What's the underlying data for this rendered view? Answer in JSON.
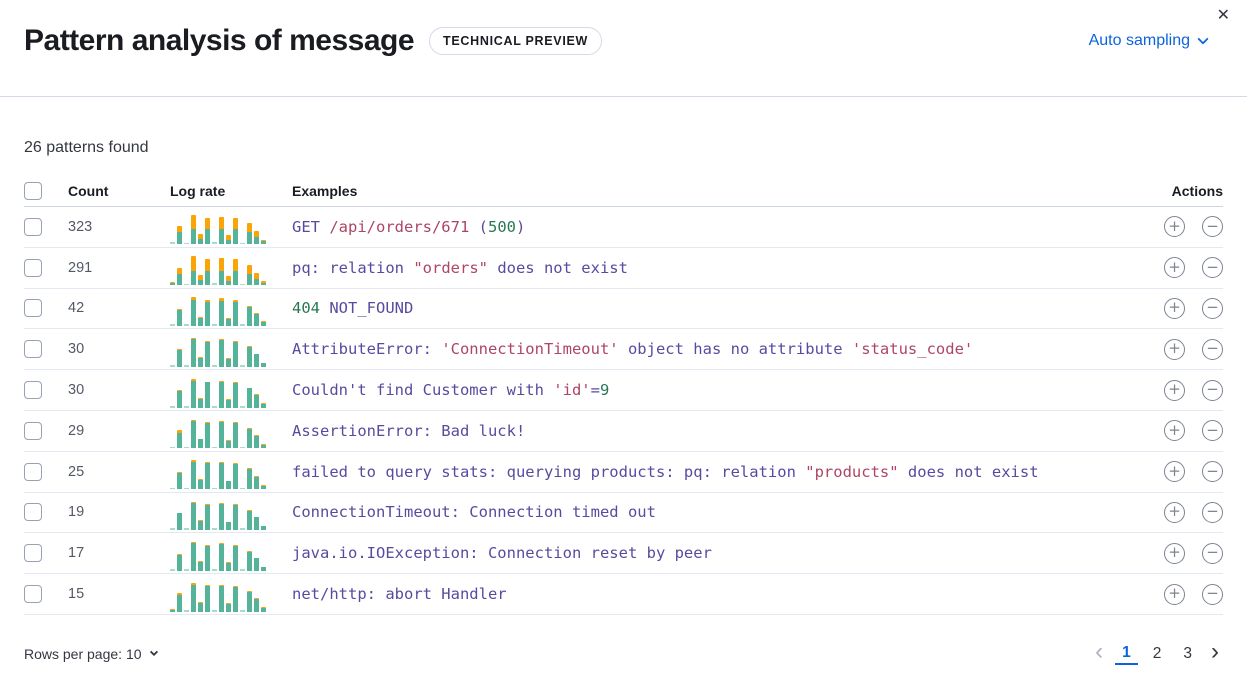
{
  "header": {
    "title": "Pattern analysis of message",
    "badge": "TECHNICAL PREVIEW",
    "sampling_label": "Auto sampling"
  },
  "icons": {
    "close": "✕",
    "plus": "+",
    "minus": "−",
    "chevron_left": "‹",
    "chevron_right": "›"
  },
  "summary": "26 patterns found",
  "table": {
    "columns": {
      "count": "Count",
      "log_rate": "Log rate",
      "examples": "Examples",
      "actions": "Actions"
    },
    "rows": [
      {
        "count": "323",
        "example_tokens": [
          {
            "t": "GET ",
            "c": "p"
          },
          {
            "t": "/api/orders/671",
            "c": "r"
          },
          {
            "t": " (",
            "c": "p"
          },
          {
            "t": "500",
            "c": "g"
          },
          {
            "t": ")",
            "c": "p"
          }
        ],
        "spark": {
          "teal": [
            7,
            42,
            5,
            52,
            18,
            50,
            7,
            50,
            16,
            50,
            5,
            40,
            25,
            10
          ],
          "orange": [
            0,
            18,
            0,
            45,
            18,
            38,
            0,
            42,
            15,
            38,
            0,
            30,
            20,
            4
          ]
        }
      },
      {
        "count": "291",
        "example_tokens": [
          {
            "t": "pq: relation ",
            "c": "p"
          },
          {
            "t": "\"orders\"",
            "c": "r"
          },
          {
            "t": " does not exist",
            "c": "p"
          }
        ],
        "spark": {
          "teal": [
            7,
            38,
            5,
            48,
            16,
            46,
            6,
            46,
            15,
            46,
            5,
            36,
            22,
            9
          ],
          "orange": [
            5,
            20,
            0,
            48,
            18,
            40,
            0,
            44,
            16,
            40,
            0,
            32,
            20,
            4
          ]
        }
      },
      {
        "count": "42",
        "example_tokens": [
          {
            "t": "404",
            "c": "g"
          },
          {
            "t": " NOT_FOUND",
            "c": "p"
          }
        ],
        "spark": {
          "teal": [
            5,
            52,
            5,
            88,
            28,
            80,
            6,
            84,
            24,
            80,
            5,
            62,
            40,
            12
          ],
          "orange": [
            0,
            6,
            0,
            8,
            3,
            6,
            0,
            9,
            4,
            7,
            0,
            6,
            4,
            4
          ]
        }
      },
      {
        "count": "30",
        "example_tokens": [
          {
            "t": "AttributeError: ",
            "c": "p"
          },
          {
            "t": "'ConnectionTimeout'",
            "c": "r"
          },
          {
            "t": " object has no attribute ",
            "c": "p"
          },
          {
            "t": "'status_code'",
            "c": "r"
          }
        ],
        "spark": {
          "teal": [
            5,
            55,
            5,
            92,
            30,
            84,
            6,
            88,
            26,
            84,
            5,
            66,
            42,
            12
          ],
          "orange": [
            2,
            3,
            0,
            4,
            2,
            3,
            0,
            4,
            2,
            3,
            0,
            3,
            2,
            2
          ]
        }
      },
      {
        "count": "30",
        "example_tokens": [
          {
            "t": "Couldn't find Customer with ",
            "c": "p"
          },
          {
            "t": "'id'",
            "c": "r"
          },
          {
            "t": "=",
            "c": "p"
          },
          {
            "t": "9",
            "c": "g"
          }
        ],
        "spark": {
          "teal": [
            5,
            54,
            5,
            90,
            30,
            84,
            6,
            86,
            26,
            82,
            5,
            64,
            42,
            12
          ],
          "orange": [
            0,
            5,
            0,
            6,
            2,
            3,
            0,
            4,
            2,
            4,
            0,
            3,
            2,
            2
          ]
        }
      },
      {
        "count": "29",
        "example_tokens": [
          {
            "t": "AssertionError: Bad luck!",
            "c": "p"
          }
        ],
        "spark": {
          "teal": [
            5,
            52,
            5,
            92,
            30,
            84,
            5,
            88,
            26,
            84,
            5,
            64,
            42,
            12
          ],
          "orange": [
            2,
            8,
            0,
            4,
            2,
            3,
            0,
            4,
            2,
            3,
            0,
            3,
            3,
            2
          ]
        }
      },
      {
        "count": "25",
        "example_tokens": [
          {
            "t": "failed to query stats: querying products: pq: relation ",
            "c": "p"
          },
          {
            "t": "\"products\"",
            "c": "r"
          },
          {
            "t": " does not exist",
            "c": "p"
          }
        ],
        "spark": {
          "teal": [
            5,
            55,
            5,
            92,
            30,
            86,
            5,
            88,
            26,
            84,
            5,
            66,
            42,
            12
          ],
          "orange": [
            0,
            3,
            0,
            4,
            3,
            5,
            0,
            4,
            2,
            3,
            0,
            3,
            2,
            2
          ]
        }
      },
      {
        "count": "19",
        "example_tokens": [
          {
            "t": "ConnectionTimeout: Connection timed out",
            "c": "p"
          }
        ],
        "spark": {
          "teal": [
            5,
            55,
            5,
            90,
            30,
            84,
            5,
            86,
            26,
            84,
            5,
            64,
            42,
            12
          ],
          "orange": [
            2,
            3,
            0,
            4,
            2,
            3,
            0,
            4,
            2,
            3,
            0,
            3,
            2,
            2
          ]
        }
      },
      {
        "count": "17",
        "example_tokens": [
          {
            "t": "java.io.IOException: Connection reset by peer",
            "c": "p"
          }
        ],
        "spark": {
          "teal": [
            5,
            52,
            5,
            92,
            30,
            84,
            5,
            88,
            26,
            84,
            5,
            64,
            42,
            12
          ],
          "orange": [
            0,
            5,
            0,
            4,
            2,
            3,
            0,
            5,
            2,
            3,
            0,
            3,
            2,
            2
          ]
        }
      },
      {
        "count": "15",
        "example_tokens": [
          {
            "t": "net/http: abort Handler",
            "c": "p"
          }
        ],
        "spark": {
          "teal": [
            5,
            55,
            5,
            90,
            30,
            84,
            5,
            86,
            26,
            82,
            5,
            64,
            42,
            12
          ],
          "orange": [
            4,
            6,
            0,
            4,
            2,
            4,
            0,
            3,
            2,
            4,
            0,
            3,
            3,
            2
          ]
        }
      }
    ]
  },
  "footer": {
    "rows_per_page_label": "Rows per page: 10",
    "pagination": {
      "pages": [
        "1",
        "2",
        "3"
      ],
      "active": "1"
    }
  },
  "colors": {
    "accent_blue": "#0b64dd",
    "token_purple": "#5a4a9f",
    "token_red": "#ac4664",
    "token_green": "#287855",
    "bar_teal": "#54b399",
    "bar_teal_light": "#a8dcc9",
    "bar_orange": "#fba408",
    "divider": "#d3dae6",
    "icon_gray": "#7d8492"
  }
}
